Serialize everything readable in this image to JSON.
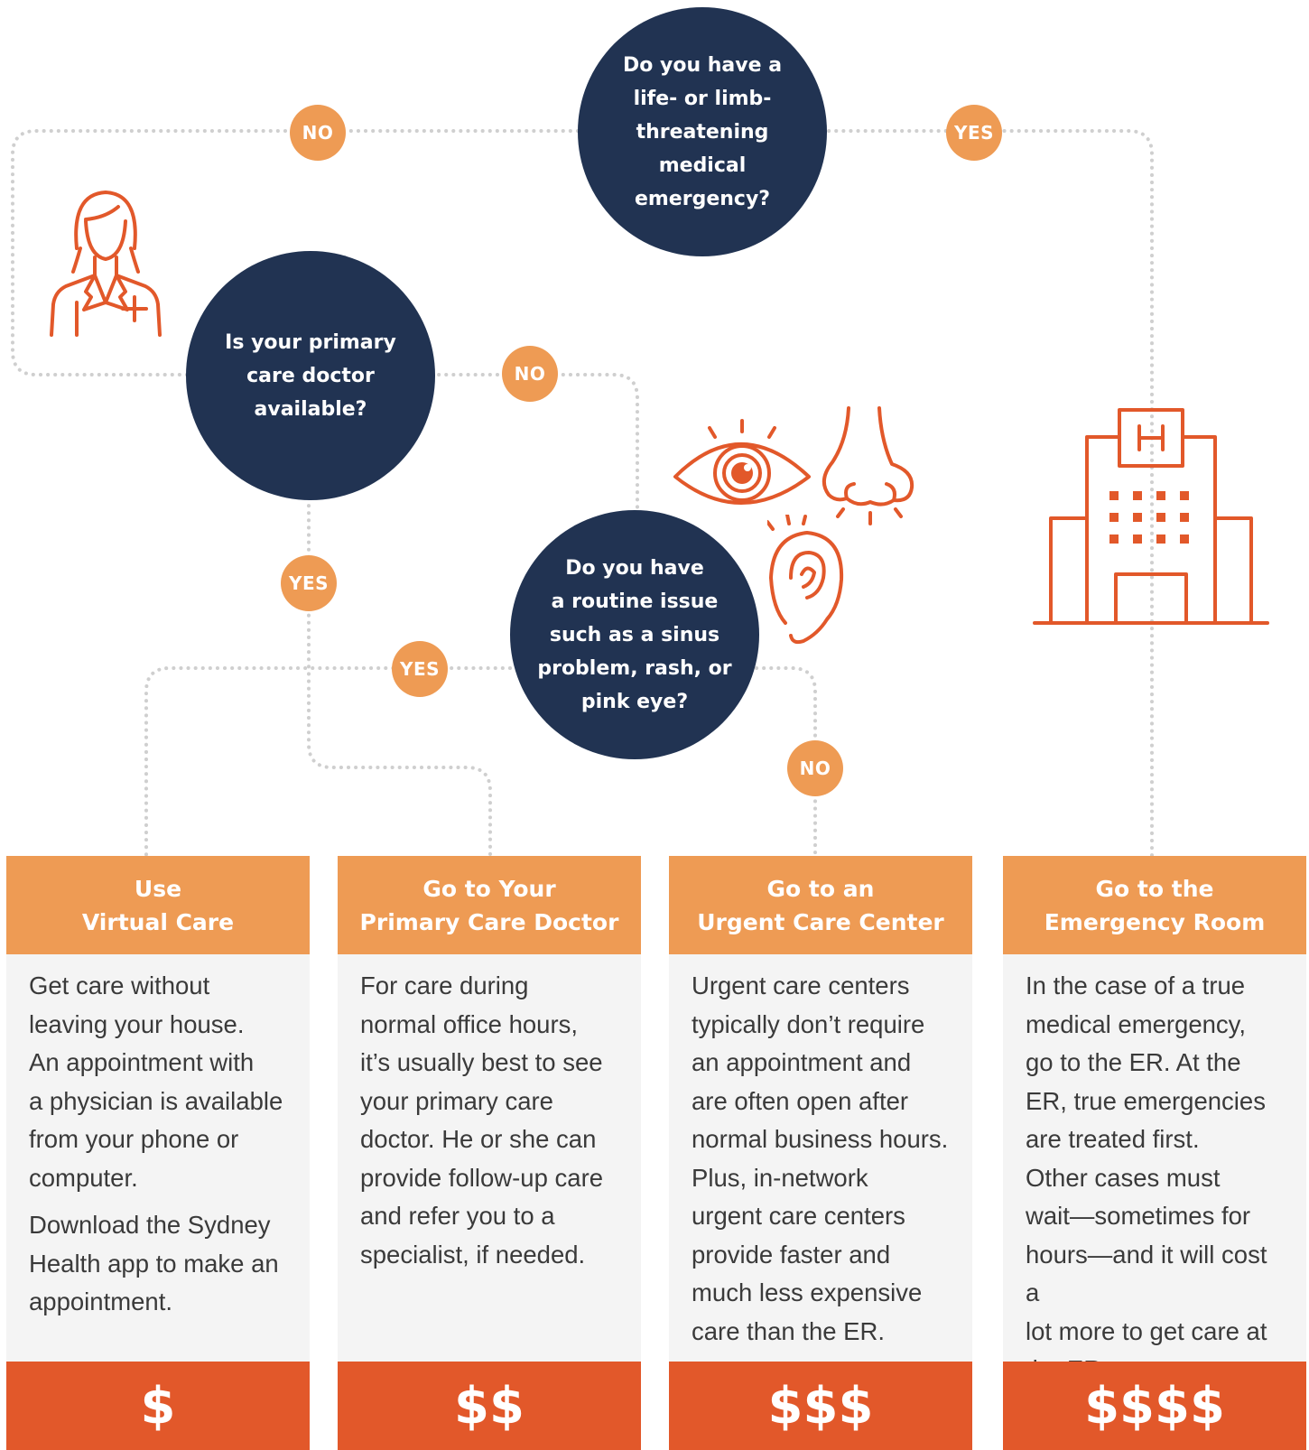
{
  "colors": {
    "navy": "#213352",
    "orange_light": "#EE9B54",
    "orange_dark": "#E2582A",
    "card_bg": "#F4F4F4",
    "connector": "#CFCFCF"
  },
  "questions": {
    "q1": "Do you have a\nlife- or limb-\nthreatening\nmedical\nemergency?",
    "q2": "Is your primary\ncare doctor\navailable?",
    "q3": "Do you have\na routine issue\nsuch as a sinus\nproblem, rash, or\npink eye?"
  },
  "badges": {
    "q1_no": "NO",
    "q1_yes": "YES",
    "q2_no": "NO",
    "q2_yes": "YES",
    "q3_yes": "YES",
    "q3_no": "NO"
  },
  "icons": [
    "doctor-icon",
    "eye-icon",
    "nose-icon",
    "ear-icon",
    "hospital-icon"
  ],
  "cards": [
    {
      "title": "Use\nVirtual Care",
      "body": [
        "Get care without\nleaving your house.\nAn appointment with\na physician is available\nfrom your phone or\ncomputer.",
        "Download the Sydney\nHealth app to make an\nappointment."
      ],
      "cost": "$"
    },
    {
      "title": "Go to Your\nPrimary Care Doctor",
      "body": [
        "For care during\nnormal office hours,\nit’s usually best to see\nyour primary care\ndoctor. He or she can\nprovide follow-up care\nand refer you to a\nspecialist, if needed."
      ],
      "cost": "$$"
    },
    {
      "title": "Go to an\nUrgent Care Center",
      "body": [
        "Urgent care centers\ntypically don’t require\nan appointment and\nare often open after\nnormal business hours.\nPlus, in-network\nurgent care centers\nprovide faster and\nmuch less expensive\ncare than the ER."
      ],
      "cost": "$$$"
    },
    {
      "title": "Go to the\nEmergency Room",
      "body": [
        "In the case of a true\nmedical emergency,\ngo to the ER. At the\nER, true emergencies\nare treated first.\nOther cases must\nwait—sometimes for\nhours—and it will cost a\nlot more to get care at\nthe ER."
      ],
      "cost": "$$$$"
    }
  ]
}
